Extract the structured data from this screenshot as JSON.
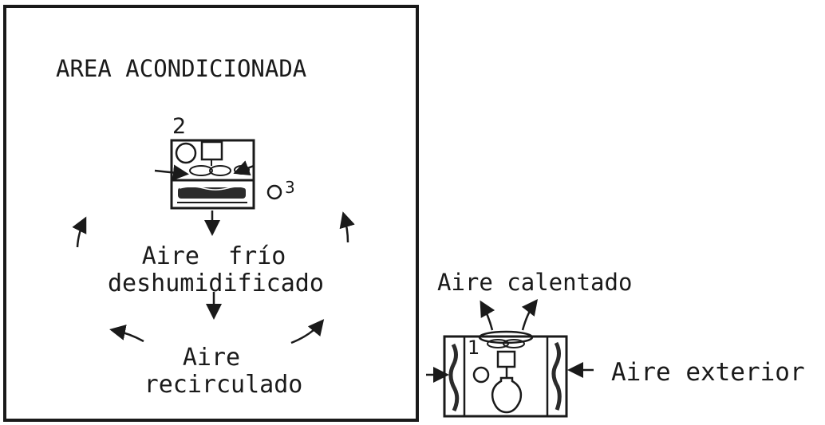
{
  "diagram": {
    "room_title": "AREA ACONDICIONADA",
    "indoor_unit_number": "2",
    "compressor_number": "3",
    "outdoor_unit_number": "1",
    "cold_air_line1": "Aire  frío",
    "cold_air_line2": "deshumidificado",
    "recirculated_line1": "Aire",
    "recirculated_line2": "recirculado",
    "heated_air": "Aire calentado",
    "outside_air": "Aire exterior"
  },
  "colors": {
    "ink": "#1a1a1a",
    "background": "#ffffff"
  }
}
